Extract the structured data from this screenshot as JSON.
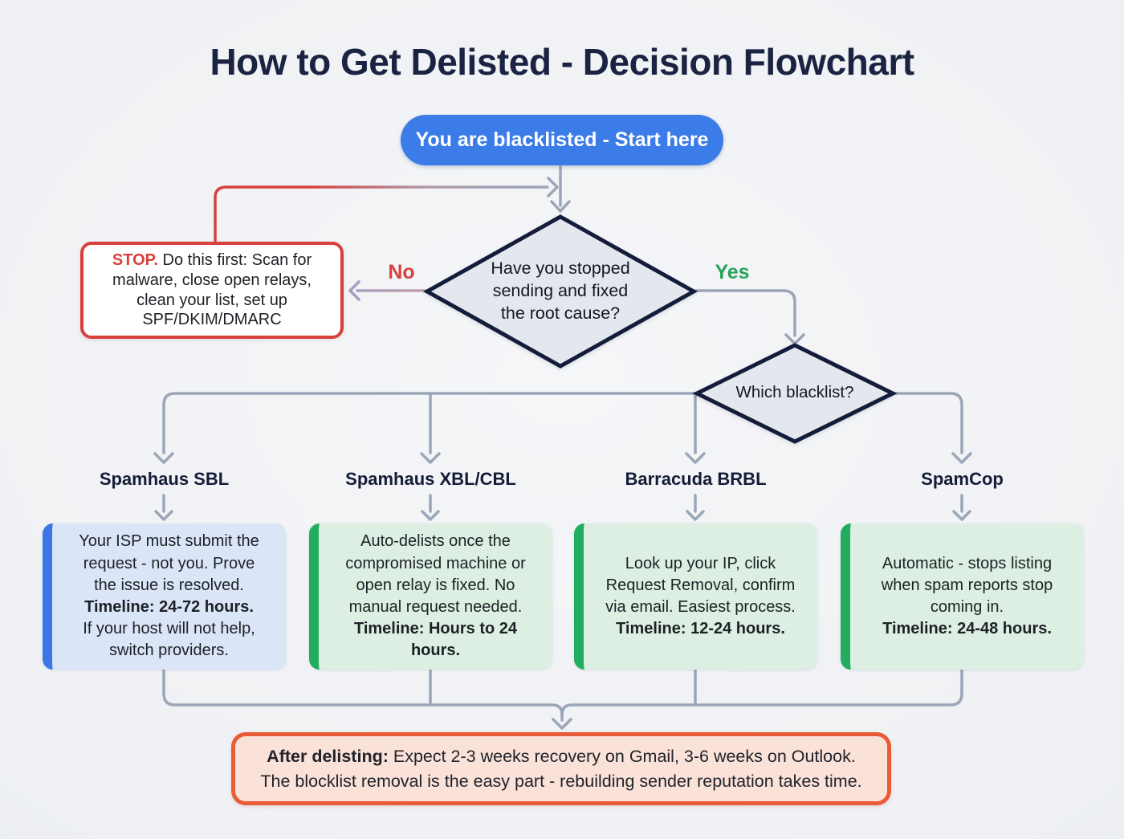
{
  "appearance": {
    "title-color": "#1b2342",
    "node-border": "#131c3a",
    "diamond-fill": "#e4e7ee",
    "connector": "#9aa6b8",
    "red": "#d8403c",
    "green-label": "#27a35a",
    "accent-blue": "#3a76e6",
    "accent-green": "#21ad5e",
    "box-blue-bg": "#dbe5f8",
    "box-green-bg": "#dcefe2",
    "stop-bg": "#ffffff",
    "start-fill": "#3b7ce8",
    "start-text": "#ffffff",
    "orange-border": "#e95c38",
    "orange-bg": "#fbe2d9"
  },
  "title": "How to Get Delisted - Decision Flowchart",
  "start": {
    "label": "You are blacklisted - Start here"
  },
  "decision1": {
    "question": "Have you stopped\nsending and fixed\nthe root cause?",
    "no_label": "No",
    "yes_label": "Yes"
  },
  "stop_box": {
    "segments": [
      {
        "t": "STOP.",
        "b": true,
        "c": "#d8403c"
      },
      {
        "t": " Do this first: Scan for\nmalware, close open relays,\nclean your list, set up\nSPF/DKIM/DMARC"
      }
    ]
  },
  "decision2": {
    "question": "Which blacklist?"
  },
  "branches": [
    {
      "label": "Spamhaus SBL",
      "accent": "blue",
      "segments": [
        {
          "t": "Your ISP must submit the\nrequest - not you. Prove\nthe issue is resolved.\n"
        },
        {
          "t": "Timeline: 24-72 hours.",
          "b": true
        },
        {
          "t": "\nIf your host will not help,\nswitch providers."
        }
      ]
    },
    {
      "label": "Spamhaus XBL/CBL",
      "accent": "green",
      "segments": [
        {
          "t": "Auto-delists once the\ncompromised machine or\nopen relay is fixed. No\nmanual request needed.\n"
        },
        {
          "t": "Timeline: Hours to 24\nhours.",
          "b": true
        }
      ]
    },
    {
      "label": "Barracuda BRBL",
      "accent": "green",
      "segments": [
        {
          "t": "Look up your IP, click\nRequest Removal, confirm\nvia email. Easiest process.\n"
        },
        {
          "t": "Timeline: 12-24 hours.",
          "b": true
        }
      ]
    },
    {
      "label": "SpamCop",
      "accent": "green",
      "segments": [
        {
          "t": "Automatic - stops listing\nwhen spam reports stop\ncoming in.\n"
        },
        {
          "t": "Timeline: 24-48 hours.",
          "b": true
        }
      ]
    }
  ],
  "footer": {
    "segments": [
      {
        "t": "After delisting:",
        "b": true
      },
      {
        "t": " Expect 2-3 weeks recovery on Gmail, 3-6 weeks on Outlook.\nThe blocklist removal is the easy part - rebuilding sender reputation takes time."
      }
    ]
  }
}
